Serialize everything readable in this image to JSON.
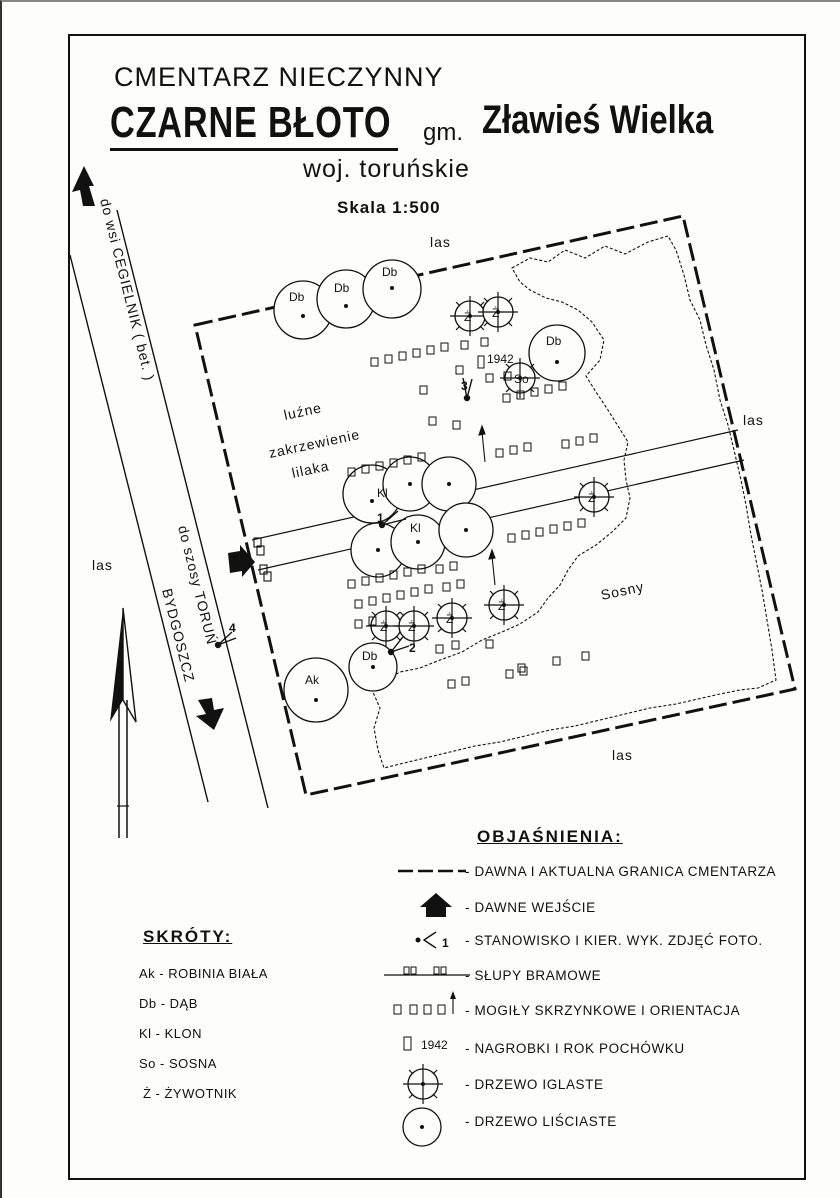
{
  "title": {
    "line1": "CMENTARZ  NIECZYNNY",
    "name": "CZARNE  BŁOTO",
    "gm": "gm.",
    "commune": "Zławieś Wielka",
    "province": "woj. toruńskie",
    "scale": "Skala 1:500"
  },
  "map_labels": {
    "las_top": "las",
    "las_right": "las",
    "las_left": "las",
    "las_bottom": "las",
    "road_north": "do wsi CEGIELNIK ( bet. )",
    "road_south_1": "do szosy TORUŃ",
    "road_south_2": "BYDGOSZCZ",
    "shrub_1": "luźne",
    "shrub_2": "zakrzewienie",
    "shrub_3": "lilaka",
    "pines": "Sosny",
    "grave_year": "1942",
    "tree_db": "Db",
    "tree_kl": "Kl",
    "tree_ak": "Ak",
    "tree_z": "Ż",
    "tree_so": "So",
    "photo_1": "1",
    "photo_2": "2",
    "photo_3": "3",
    "photo_4": "4"
  },
  "legend": {
    "title": "OBJAŚNIENIA:",
    "items": [
      "- DAWNA I AKTUALNA GRANICA CMENTARZA",
      "- DAWNE WEJŚCIE",
      "- STANOWISKO I KIER. WYK. ZDJĘĆ FOTO.",
      "- SŁUPY BRAMOWE",
      "- MOGIŁY SKRZYNKOWE I ORIENTACJA",
      "- NAGROBKI I ROK POCHÓWKU",
      "- DRZEWO IGLASTE",
      "- DRZEWO LIŚCIASTE"
    ],
    "symbol_photo": "1",
    "symbol_year": "1942"
  },
  "abbreviations": {
    "title": "SKRÓTY:",
    "items": [
      "Ak - ROBINIA BIAŁA",
      "Db - DĄB",
      "Kl - KLON",
      "So - SOSNA",
      "Ż - ŻYWOTNIK"
    ]
  },
  "colors": {
    "ink": "#111111",
    "paper": "#fdfdfb"
  }
}
